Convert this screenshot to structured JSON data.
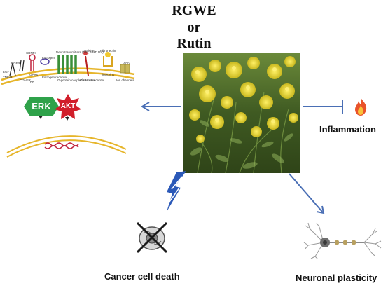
{
  "title": {
    "line1": "RGWE",
    "line2": "or",
    "line3": "Rutin"
  },
  "effects": {
    "inflammation": "Inflammation",
    "cancer": "Cancer cell death",
    "neuronal": "Neuronal plasticity"
  },
  "pathway": {
    "erk": "ERK",
    "akt": "AKT",
    "labels": [
      "EGF",
      "EGFR",
      "CDNFs",
      "CDNFR",
      "GPRs",
      "TRK",
      "Estrogen",
      "Estrogen receptor",
      "Neurotransmitters (Glu, 5-HT, DA)",
      "G-protein coupled receptor",
      "cytokine",
      "GABAAr receptor",
      "Fibronectin",
      "integrins",
      "ACh",
      "Ion channels",
      "TNF-R"
    ]
  },
  "colors": {
    "arrow": "#4a6fb5",
    "erk": "#2fa24a",
    "akt": "#d11f2b",
    "plant_bg": "#4d6b2a",
    "flower": "#e7d82a"
  },
  "icons": [
    "fire-icon",
    "lightning-icon",
    "crossed-cell-icon",
    "neuron-icon",
    "plant-photo"
  ]
}
